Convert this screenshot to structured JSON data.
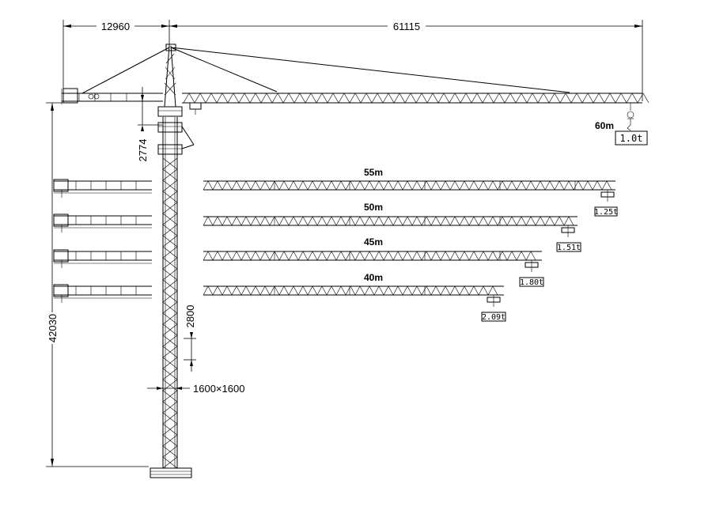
{
  "dimensions": {
    "counter_jib_length": "12960",
    "jib_length": "61115",
    "tower_height": "42030",
    "jib_height": "2774",
    "section_height": "2800",
    "section_size": "1600×1600"
  },
  "main_jib": {
    "radius": "60m",
    "tip_load": "1.0t"
  },
  "jib_variants": [
    {
      "radius": "55m",
      "tip_load": "1.25t"
    },
    {
      "radius": "50m",
      "tip_load": "1.51t"
    },
    {
      "radius": "45m",
      "tip_load": "1.80t"
    },
    {
      "radius": "40m",
      "tip_load": "2.09t"
    }
  ]
}
